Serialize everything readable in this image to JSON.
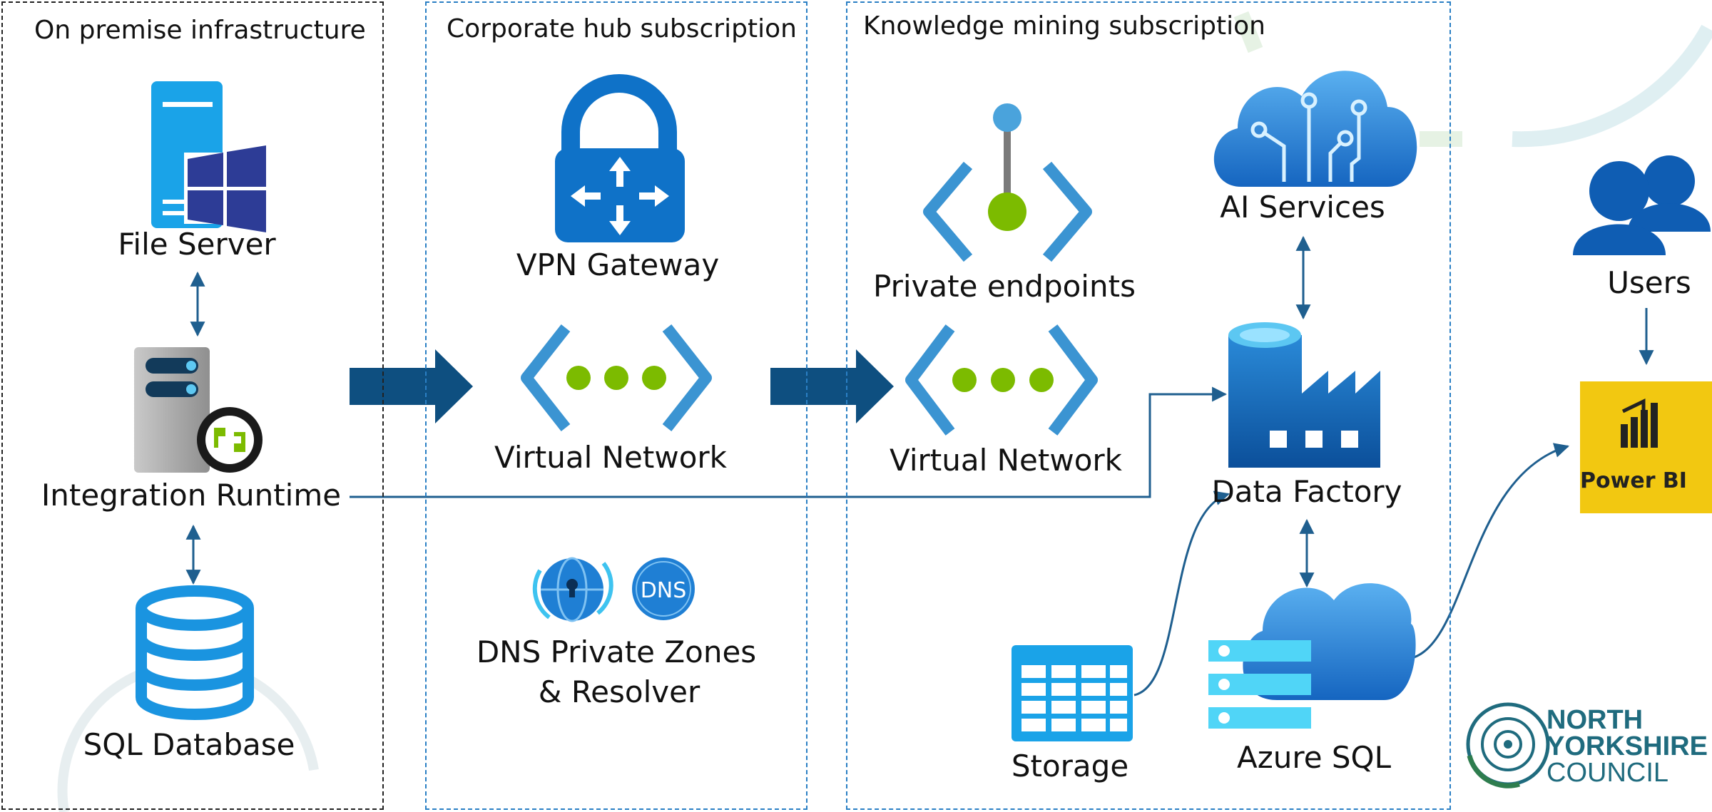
{
  "zones": {
    "on_premise": "On premise infrastructure",
    "corporate_hub": "Corporate hub subscription",
    "knowledge_mining": "Knowledge mining subscription"
  },
  "nodes": {
    "file_server": "File Server",
    "integration_runtime": "Integration Runtime",
    "sql_database": "SQL Database",
    "vpn_gateway": "VPN Gateway",
    "hub_virtual_network": "Virtual Network",
    "dns_zones_line1": "DNS Private Zones",
    "dns_zones_line2": "& Resolver",
    "dns_badge": "DNS",
    "private_endpoints": "Private endpoints",
    "km_virtual_network": "Virtual Network",
    "ai_services": "AI Services",
    "data_factory": "Data Factory",
    "storage": "Storage",
    "azure_sql": "Azure SQL",
    "users": "Users",
    "power_bi": "Power BI"
  },
  "logo": {
    "line1": "NORTH",
    "line2": "YORKSHIRE",
    "line3": "COUNCIL"
  },
  "colors": {
    "zone_border_blue": "#2a7fc4",
    "big_arrow": "#0e4f80",
    "connector": "#1f5f8f",
    "azure_blue": "#0078d4",
    "accent_green": "#7cbb00",
    "power_bi_yellow": "#f2c811",
    "logo_teal": "#1f6b7e",
    "logo_green": "#2e7d4e"
  }
}
